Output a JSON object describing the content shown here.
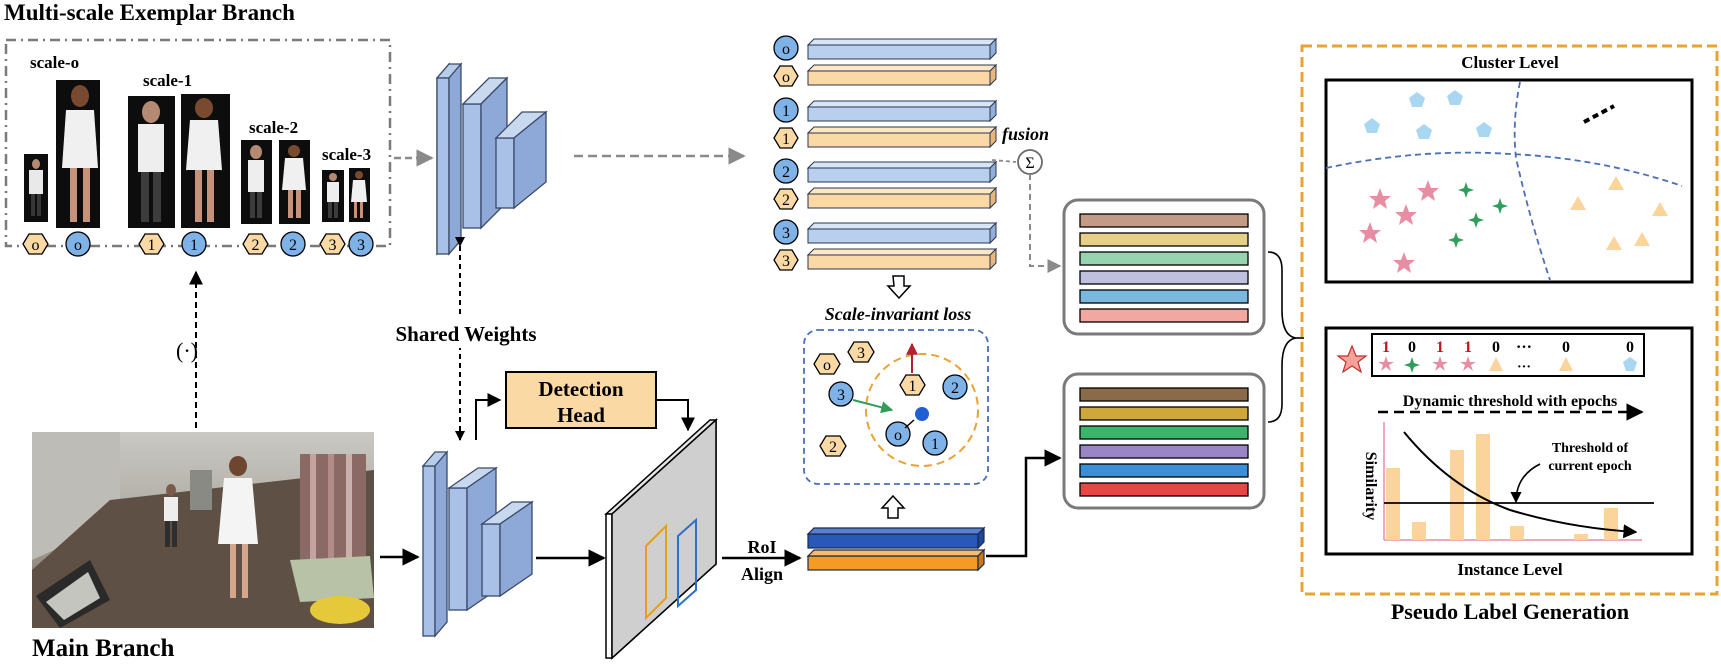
{
  "multiscale": {
    "title": "Multi-scale Exemplar Branch",
    "scales": [
      "scale-o",
      "scale-1",
      "scale-2",
      "scale-3"
    ],
    "badges": [
      "o",
      "o",
      "1",
      "1",
      "2",
      "2",
      "3",
      "3"
    ],
    "op_label": "(·)"
  },
  "shared_weights": "Shared Weights",
  "main_branch": "Main Branch",
  "detection_head": [
    "Detection",
    "Head"
  ],
  "roi_align": [
    "RoI",
    "Align"
  ],
  "feature_badges": [
    "o",
    "o",
    "1",
    "1",
    "2",
    "2",
    "3",
    "3"
  ],
  "fusion": {
    "label": "fusion",
    "symbol": "Σ"
  },
  "scale_loss": {
    "title": "Scale-invariant loss",
    "badges": [
      "o",
      "3",
      "1",
      "2",
      "3",
      "o",
      "1",
      "2"
    ]
  },
  "pseudo": {
    "title": "Pseudo Label Generation",
    "cluster_title": "Cluster Level",
    "instance_title": "Instance Level",
    "labels": [
      "1",
      "0",
      "1",
      "1",
      "0",
      "···",
      "0",
      "0"
    ],
    "more_symbol": "···",
    "dynamic_label": "Dynamic threshold with epochs",
    "threshold_label": [
      "Threshold of",
      "current epoch"
    ],
    "similarity_label": "Similarity"
  },
  "colors": {
    "blue_box": "#b8cfee",
    "orange_box": "#fbd9a4",
    "pink_star": "#e88ea4",
    "green_star": "#2e9e5a",
    "light_blue": "#a9d6f0",
    "yellow_tri": "#fad49a",
    "frame_orange": "#e9a332",
    "dash_blue": "#4a6fb5"
  }
}
